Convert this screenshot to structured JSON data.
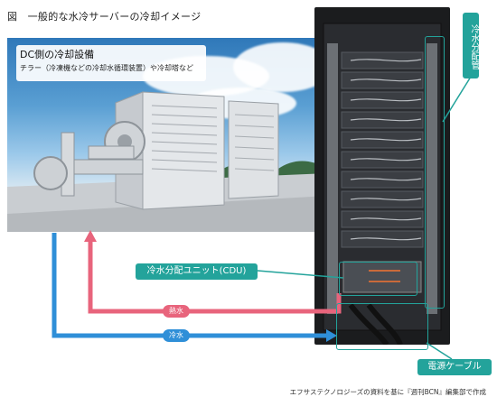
{
  "title": "図　一般的な水冷サーバーの冷却イメージ",
  "photo_label": {
    "heading": "DC側の冷却設備",
    "subtext": "チラー（冷凍機などの冷却水循環装置）や冷却塔など"
  },
  "callouts": {
    "cdu": "冷水分配ユニット(CDU)",
    "manifold": "冷水分配管",
    "cable": "電源ケーブル"
  },
  "flows": {
    "hot": "熱水",
    "cold": "冷水"
  },
  "source": "エフサステクノロジーズの資料を基に『週刊BCN』編集部で作成",
  "colors": {
    "hot": "#e8647c",
    "cold": "#2f8fd8",
    "callout": "#23a39b"
  }
}
